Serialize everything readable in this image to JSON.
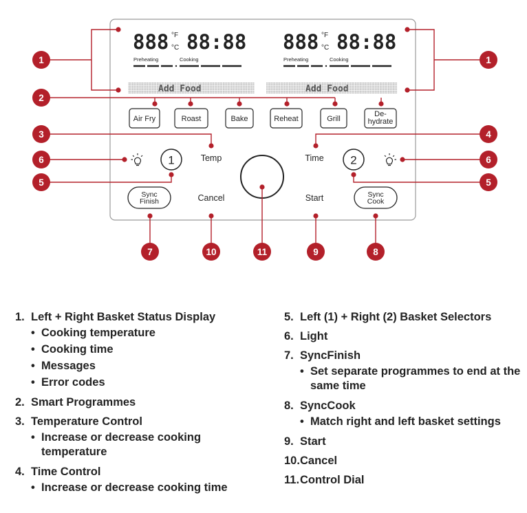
{
  "panel": {
    "left_display": {
      "temp_digits": "888",
      "unit_f": "°F",
      "unit_c": "°C",
      "time_digits": "88:88",
      "preheating_label": "Preheating",
      "cooking_label": "Cooking",
      "message": "Add Food"
    },
    "right_display": {
      "temp_digits": "888",
      "unit_f": "°F",
      "unit_c": "°C",
      "time_digits": "88:88",
      "preheating_label": "Preheating",
      "cooking_label": "Cooking",
      "message": "Add Food"
    },
    "programs": [
      "Air Fry",
      "Roast",
      "Bake",
      "Reheat",
      "Grill",
      "De-\nhydrate"
    ],
    "temp_label": "Temp",
    "time_label": "Time",
    "basket_left": "1",
    "basket_right": "2",
    "cancel_label": "Cancel",
    "start_label": "Start",
    "sync_finish_label": "Sync\nFinish",
    "sync_cook_label": "Sync\nCook"
  },
  "callouts": {
    "n1": "1",
    "n2": "2",
    "n3": "3",
    "n4": "4",
    "n5": "5",
    "n6": "6",
    "n7": "7",
    "n8": "8",
    "n9": "9",
    "n10": "10",
    "n11": "11"
  },
  "colors": {
    "accent": "#b3202a",
    "panel_border": "#9a9a9a",
    "text": "#222222"
  },
  "legend_left": [
    {
      "num": "1.",
      "label": "Left + Right Basket Status Display",
      "subs": [
        "Cooking temperature",
        "Cooking time",
        "Messages",
        "Error codes"
      ]
    },
    {
      "num": "2.",
      "label": "Smart Programmes",
      "subs": []
    },
    {
      "num": "3.",
      "label": "Temperature Control",
      "subs": [
        "Increase or decrease cooking temperature"
      ]
    },
    {
      "num": "4.",
      "label": "Time Control",
      "subs": [
        "Increase or decrease cooking time"
      ]
    }
  ],
  "legend_right": [
    {
      "num": "5.",
      "label": "Left (1) + Right (2) Basket Selectors",
      "subs": []
    },
    {
      "num": "6.",
      "label": "Light",
      "subs": []
    },
    {
      "num": "7.",
      "label": "SyncFinish",
      "subs": [
        "Set separate programmes to end at the same time"
      ]
    },
    {
      "num": "8.",
      "label": "SyncCook",
      "subs": [
        "Match right and left basket settings"
      ]
    },
    {
      "num": "9.",
      "label": "Start",
      "subs": []
    },
    {
      "num": "10.",
      "label": "Cancel",
      "subs": []
    },
    {
      "num": "11.",
      "label": "Control Dial",
      "subs": []
    }
  ]
}
